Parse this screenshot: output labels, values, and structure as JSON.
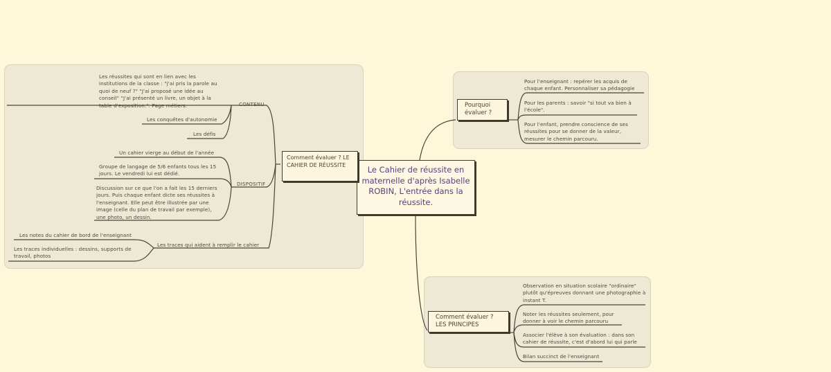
{
  "central": {
    "text": "Le Cahier de réussite en maternelle d'après Isabelle ROBIN, L'entrée dans la réussite."
  },
  "left_branch": {
    "title": "Comment évaluer ? LE CAHIER DE RÉUSSITE",
    "contenu": {
      "label": "CONTENU",
      "items": [
        "Les réussites qui sont en lien avec les institutions de la classe : \"j'ai pris la parole au quoi de neuf ?\" \"J'ai proposé une idée au conseil\" \"J'ai présenté un livre, un objet à la table d'exposition.\". Page métiers.",
        "Les conquêtes d'autonomie",
        "Les défis"
      ]
    },
    "dispositif": {
      "label": "DISPOSITIF",
      "items": [
        "Un cahier vierge au début de l'année",
        "Groupe de langage de 5/6 enfants tous les 15 jours. Le vendredi lui est dédié.",
        "Discussion sur ce que l'on a fait les 15 derniers jours. Puis chaque enfant dicte ses réussites à l'enseignant. Elle peut être illustrée par une image (celle du plan de travail par exemple), une photo, un dessin."
      ]
    },
    "traces": {
      "label": "Les traces qui aident à remplir le cahier",
      "items": [
        "Les notes du cahier de bord de l'enseignant",
        "Les traces individuelles : dessins, supports de travail, photos"
      ]
    }
  },
  "top_right_branch": {
    "title": "Pourquoi évaluer ?",
    "items": [
      "Pour l'enseignant : repérer les acquis de chaque enfant. Personnaliser sa pédagogie",
      "Pour les parents : savoir \"si tout va bien à l'école\".",
      "Pour l'enfant, prendre conscience de ses réussites pour se donner de la valeur, mesurer le chemin parcouru."
    ]
  },
  "bottom_right_branch": {
    "title": "Comment évaluer ? LES PRINCIPES",
    "items": [
      "Observation en situation scolaire \"ordinaire\" plutôt qu'épreuves donnant une photographie à instant T.",
      "Noter les réussites seulement, pour donner à voir le chemin parcouru",
      "Associer l'élève à son évaluation : dans son cahier de réussite, c'est d'abord lui qui parle",
      "Bilan succinct de l'enseignant"
    ]
  },
  "colors": {
    "background": "#fef7da",
    "panel": "#ede9d5",
    "line": "#4a4436",
    "central_text": "#5b3e80"
  }
}
